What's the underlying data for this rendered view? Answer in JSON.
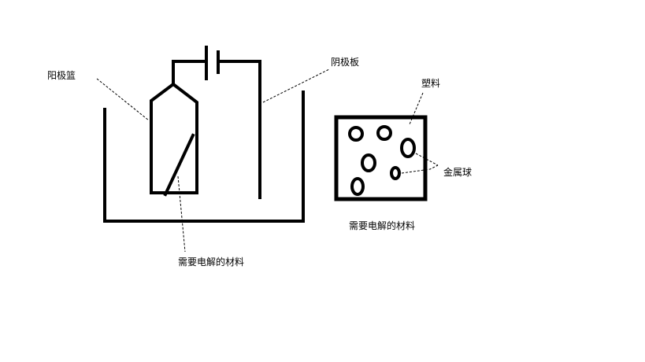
{
  "labels": {
    "anode_basket": "阳极篮",
    "cathode_plate": "阴极板",
    "material_left": "需要电解的材料",
    "plastic": "塑料",
    "metal_balls": "金属球",
    "material_right": "需要电解的材料"
  },
  "colors": {
    "stroke": "#000000",
    "background": "#ffffff"
  }
}
